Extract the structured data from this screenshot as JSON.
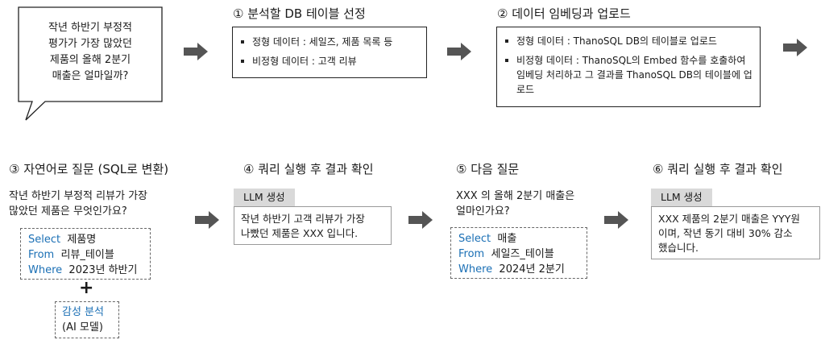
{
  "bubble": {
    "lines": [
      "작년 하반기 부정적",
      "평가가 가장 많았던",
      "제품의 올해 2분기",
      "매출은 얼마일까?"
    ]
  },
  "step1": {
    "title": "① 분석할 DB 테이블 선정",
    "bullets": [
      "정형 데이터 : 세일즈, 제품 목록 등",
      "비정형 데이터 : 고객 리뷰"
    ]
  },
  "step2": {
    "title": "② 데이터 임베딩과 업로드",
    "bullets": [
      "정형 데이터 : ThanoSQL DB의 테이블로 업로드",
      "비정형 데이터 : ThanoSQL의 Embed 함수를 호출하여 임베딩 처리하고 그 결과를 ThanoSQL DB의 테이블에 업로드"
    ]
  },
  "step3": {
    "title": "③ 자연어로 질문 (SQL로 변환)",
    "question": [
      "작년 하반기 부정적 리뷰가 가장",
      "많았던 제품은 무엇인가요?"
    ],
    "sql": [
      {
        "kw": "Select",
        "val": "제품명"
      },
      {
        "kw": "From",
        "val": "리뷰_테이블"
      },
      {
        "kw": "Where",
        "val": "2023년 하반기"
      }
    ],
    "plus": "+",
    "extra": {
      "kw": "감성 분석",
      "val": "(AI 모델)"
    }
  },
  "step4": {
    "title": "④ 쿼리 실행 후 결과 확인",
    "tag": "LLM 생성",
    "answer": [
      "작년 하반기 고객 리뷰가 가장",
      "나빴던 제품은 XXX 입니다."
    ]
  },
  "step5": {
    "title": "⑤ 다음 질문",
    "question": [
      "XXX 의 올해 2분기 매출은",
      "얼마인가요?"
    ],
    "sql": [
      {
        "kw": "Select",
        "val": "매출"
      },
      {
        "kw": "From",
        "val": "세일즈_테이블"
      },
      {
        "kw": "Where",
        "val": "2024년 2분기"
      }
    ]
  },
  "step6": {
    "title": "⑥ 쿼리 실행 후 결과 확인",
    "tag": "LLM 생성",
    "answer": [
      "XXX 제품의 2분기 매출은 YYY원",
      "이며, 작년 동기 대비 30% 감소",
      "했습니다."
    ]
  },
  "colors": {
    "keyword": "#1a6fb5",
    "arrow": "#555555",
    "tag_bg": "#d9d9d9"
  }
}
